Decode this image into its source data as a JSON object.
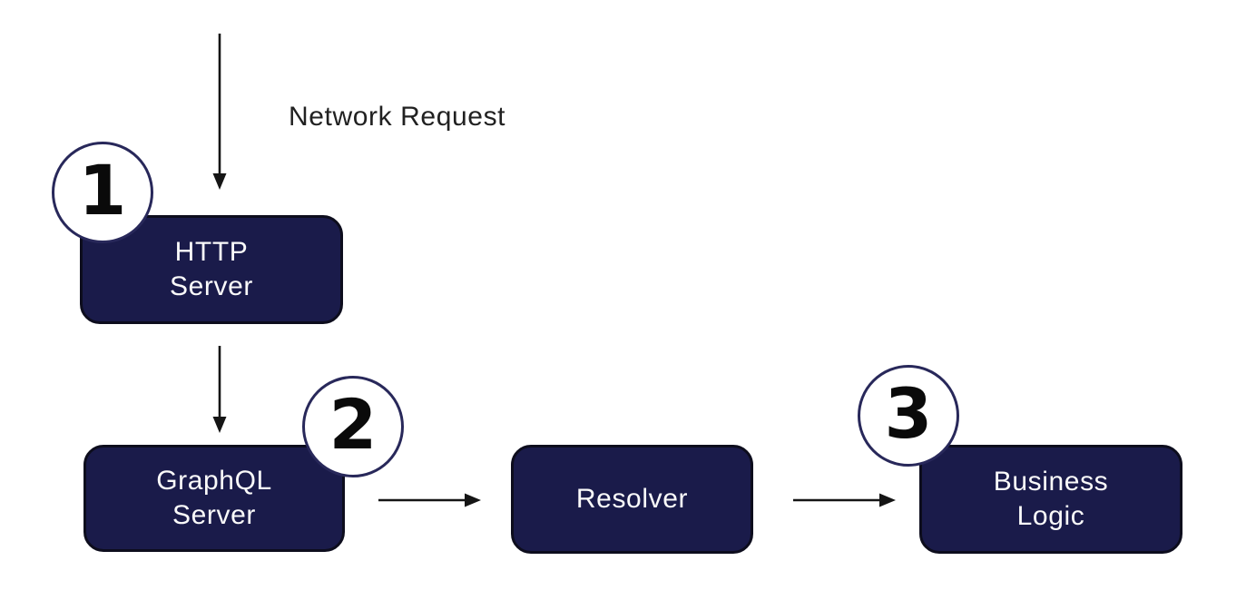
{
  "diagram": {
    "annotation": "Network Request",
    "steps": [
      {
        "number": "1"
      },
      {
        "number": "2"
      },
      {
        "number": "3"
      }
    ],
    "nodes": [
      {
        "id": "http-server",
        "lines": [
          "HTTP",
          "Server"
        ]
      },
      {
        "id": "graphql-server",
        "lines": [
          "GraphQL",
          "Server"
        ]
      },
      {
        "id": "resolver",
        "lines": [
          "Resolver"
        ]
      },
      {
        "id": "business-logic",
        "lines": [
          "Business",
          "Logic"
        ]
      }
    ],
    "colors": {
      "background": "#ffffff",
      "node_fill": "#1a1b4a",
      "node_border": "#0d0d1d",
      "node_text": "#fafafa",
      "circle_fill": "#ffffff",
      "circle_border": "#28285a",
      "number": "#0a0a0a",
      "arrow": "#151515",
      "annotation_text": "#212121"
    }
  }
}
